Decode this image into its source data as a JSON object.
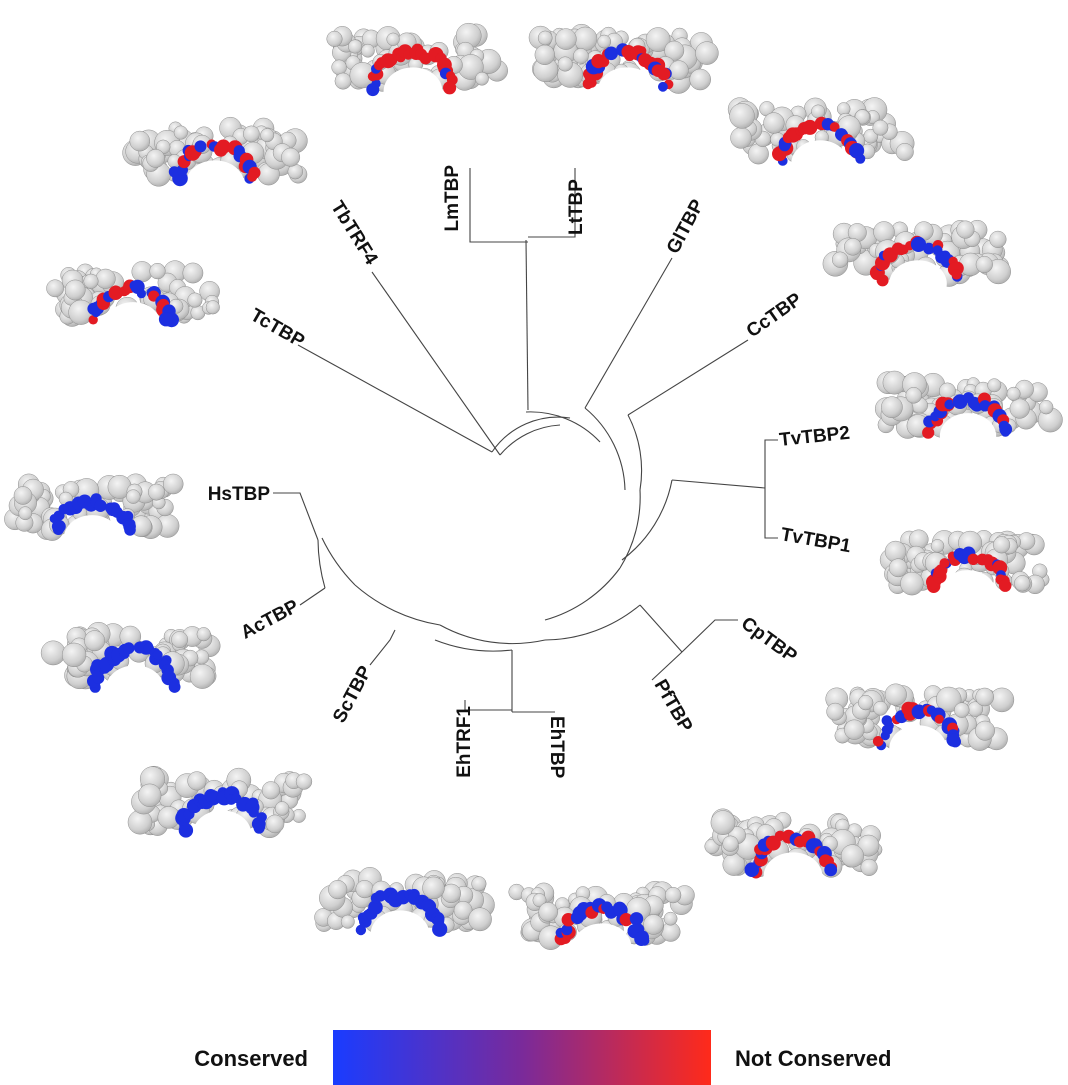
{
  "tree": {
    "leaves": [
      "LmTBP",
      "LtTBP",
      "GlTBP",
      "CcTBP",
      "TvTBP2",
      "TvTBP1",
      "CpTBP",
      "PfTBP",
      "EhTBP",
      "EhTRF1",
      "ScTBP",
      "AcTBP",
      "HsTBP",
      "TcTBP",
      "TbTRF4"
    ]
  },
  "structures": [
    {
      "leaf": "LmTBP",
      "pattern": "mostly-not-conserved"
    },
    {
      "leaf": "LtTBP",
      "pattern": "mostly-not-conserved"
    },
    {
      "leaf": "GlTBP",
      "pattern": "mostly-not-conserved"
    },
    {
      "leaf": "CcTBP",
      "pattern": "mostly-not-conserved"
    },
    {
      "leaf": "TvTBP2",
      "pattern": "mixed"
    },
    {
      "leaf": "TvTBP1",
      "pattern": "mixed"
    },
    {
      "leaf": "CpTBP",
      "pattern": "mostly-conserved"
    },
    {
      "leaf": "PfTBP",
      "pattern": "mixed"
    },
    {
      "leaf": "EhTBP",
      "pattern": "mostly-conserved"
    },
    {
      "leaf": "EhTRF1",
      "pattern": "conserved"
    },
    {
      "leaf": "ScTBP",
      "pattern": "conserved"
    },
    {
      "leaf": "AcTBP",
      "pattern": "conserved"
    },
    {
      "leaf": "HsTBP",
      "pattern": "conserved"
    },
    {
      "leaf": "TcTBP",
      "pattern": "mixed"
    },
    {
      "leaf": "TbTRF4",
      "pattern": "mixed"
    }
  ],
  "legend": {
    "low_label": "Conserved",
    "high_label": "Not Conserved",
    "low_color": "#1a3cff",
    "high_color": "#ff2a1a"
  },
  "colors": {
    "surface": "#c8c8c8",
    "surface_light": "#ececec",
    "surface_dark": "#8e8e8e",
    "conserved": "#1c2fe0",
    "not_conserved": "#e31b23"
  }
}
